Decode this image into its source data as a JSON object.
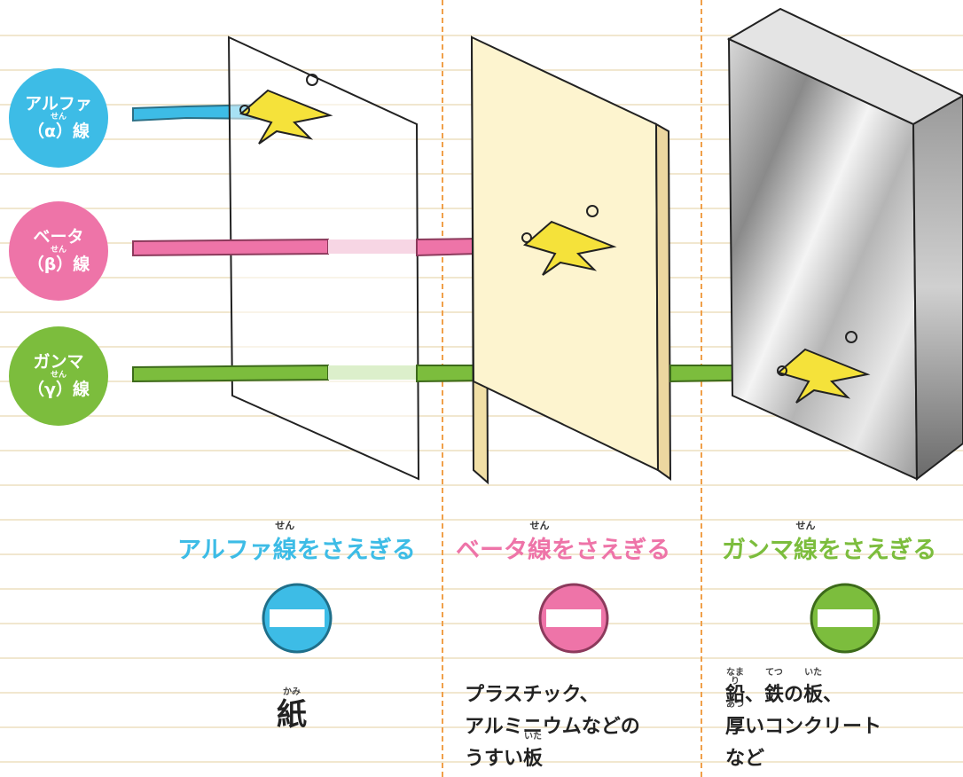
{
  "rays": [
    {
      "name": "アルファ",
      "greek": "（α）線",
      "ruby": "せん",
      "color": "#3dbce6"
    },
    {
      "name": "ベータ",
      "greek": "（β）線",
      "ruby": "せん",
      "color": "#ee74a8"
    },
    {
      "name": "ガンマ",
      "greek": "（γ）線",
      "ruby": "せん",
      "color": "#7cbd3d"
    }
  ],
  "columns": [
    {
      "heading_pre": "アルファ",
      "heading_kanji": "線",
      "heading_ruby": "せん",
      "heading_post": "をさえぎる",
      "color": "#3dbce6"
    },
    {
      "heading_pre": "ベータ",
      "heading_kanji": "線",
      "heading_ruby": "せん",
      "heading_post": "をさえぎる",
      "color": "#ee74a8"
    },
    {
      "heading_pre": "ガンマ",
      "heading_kanji": "線",
      "heading_ruby": "せん",
      "heading_post": "をさえぎる",
      "color": "#7cbd3d"
    }
  ],
  "materials": {
    "paper": {
      "kanji": "紙",
      "ruby": "かみ"
    },
    "beta": {
      "line1": "プラスチック、",
      "line2": "アルミニウムなどの",
      "line3_pre": "うすい",
      "line3_kanji": "板",
      "line3_ruby": "いた"
    },
    "gamma": {
      "k1": "鉛",
      "r1": "なまり",
      "sep1": "、",
      "k2": "鉄",
      "r2": "てつ",
      "mid": "の",
      "k3": "板",
      "r3": "いた",
      "end1": "、",
      "k4": "厚",
      "r4": "あつ",
      "line2_rest": "いコンクリート",
      "line3": "など"
    }
  }
}
